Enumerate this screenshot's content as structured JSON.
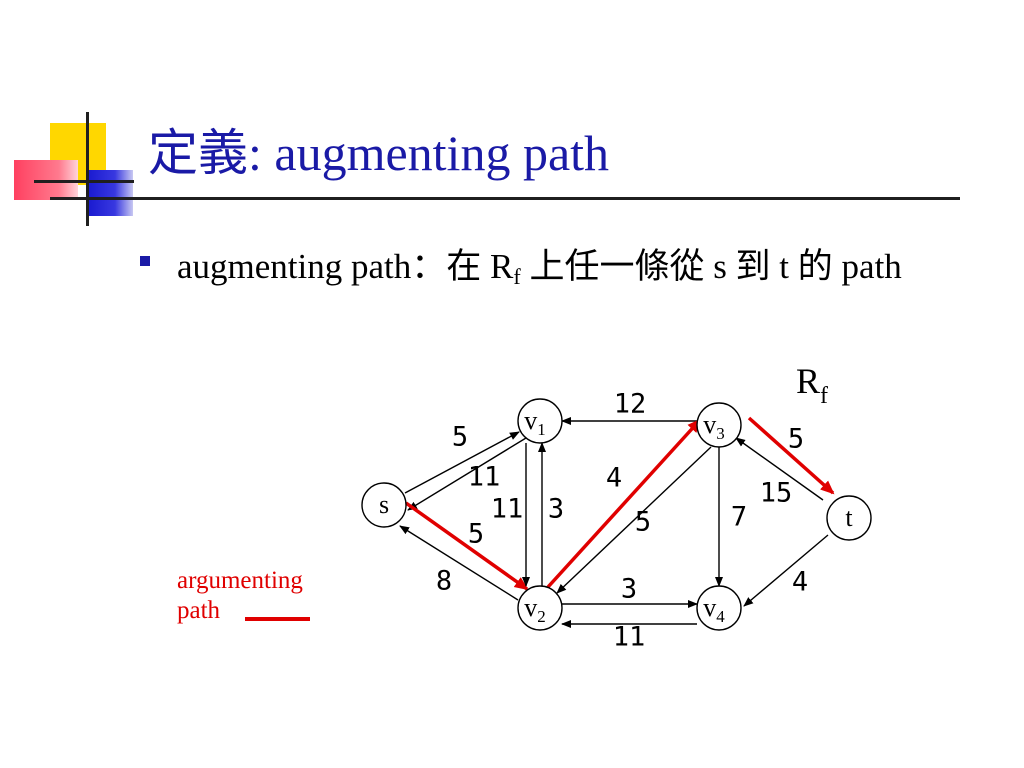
{
  "slide": {
    "title": "定義: augmenting path",
    "bullet": {
      "part1": "augmenting path：在 R",
      "sub": "f",
      "part2": " 上任一條從 s 到 t 的 path"
    }
  },
  "diagram": {
    "graph_label": {
      "main": "R",
      "sub": "f"
    },
    "nodes": [
      {
        "id": "s",
        "label": "s",
        "sub": ""
      },
      {
        "id": "v1",
        "label": "v",
        "sub": "1"
      },
      {
        "id": "v2",
        "label": "v",
        "sub": "2"
      },
      {
        "id": "v3",
        "label": "v",
        "sub": "3"
      },
      {
        "id": "v4",
        "label": "v",
        "sub": "4"
      },
      {
        "id": "t",
        "label": "t",
        "sub": ""
      }
    ],
    "edges": [
      {
        "from": "s",
        "to": "v1",
        "capacity": "5",
        "path": false
      },
      {
        "from": "v1",
        "to": "s",
        "capacity": "11",
        "path": false
      },
      {
        "from": "s",
        "to": "v2",
        "capacity": "5",
        "path": true
      },
      {
        "from": "v2",
        "to": "s",
        "capacity": "8",
        "path": false
      },
      {
        "from": "v1",
        "to": "v2",
        "capacity": "11",
        "path": false
      },
      {
        "from": "v2",
        "to": "v1",
        "capacity": "3",
        "path": false
      },
      {
        "from": "v3",
        "to": "v1",
        "capacity": "12",
        "path": false
      },
      {
        "from": "v2",
        "to": "v3",
        "capacity": "4",
        "path": true
      },
      {
        "from": "v3",
        "to": "v2",
        "capacity": "5",
        "path": false
      },
      {
        "from": "v3",
        "to": "v4",
        "capacity": "7",
        "path": false
      },
      {
        "from": "v2",
        "to": "v4",
        "capacity": "3",
        "path": false
      },
      {
        "from": "v4",
        "to": "v2",
        "capacity": "11",
        "path": false
      },
      {
        "from": "v3",
        "to": "t",
        "capacity": "5",
        "path": true
      },
      {
        "from": "t",
        "to": "v3",
        "capacity": "15",
        "path": false
      },
      {
        "from": "t",
        "to": "v4",
        "capacity": "4",
        "path": false
      }
    ],
    "legend": {
      "line1": "argumenting",
      "line2": "path"
    },
    "colors": {
      "path": "#e00000",
      "edge": "#000000",
      "title": "#1a1aa6"
    }
  }
}
